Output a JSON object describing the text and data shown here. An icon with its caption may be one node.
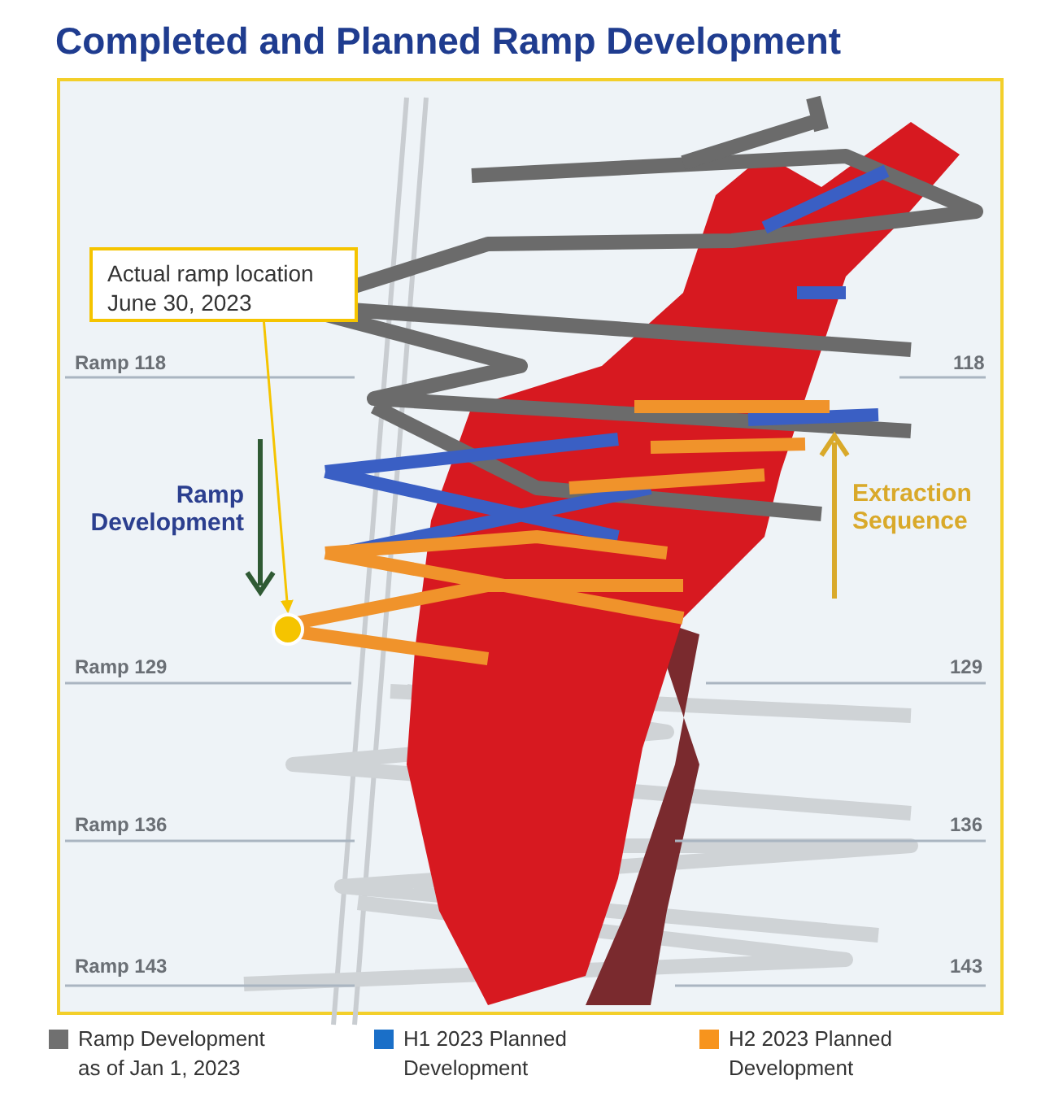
{
  "diagram": {
    "title": "Completed and Planned Ramp Development",
    "nodes": [
      {
        "text": [
          "Actual ramp location June 30, 2023"
        ]
      },
      {
        "text": [],
        "shape": "circle"
      }
    ],
    "edges": [
      {
        "from": 0,
        "to": 1,
        "arrow": "to",
        "color": "#f5c400"
      }
    ],
    "labels": [
      "Ramp 118",
      "118",
      "Ramp Development",
      "Extraction Sequence",
      "Ramp 129",
      "129",
      "Ramp 136",
      "136",
      "Ramp 143",
      "143"
    ],
    "legend": [
      {
        "text": "Ramp Development as of Jan 1, 2023",
        "color": "#707070"
      },
      {
        "text": "H1 2023 Planned Development",
        "color": "#1a6fc8"
      },
      {
        "text": "H2 2023 Planned Development",
        "color": "#f7941d"
      }
    ]
  }
}
